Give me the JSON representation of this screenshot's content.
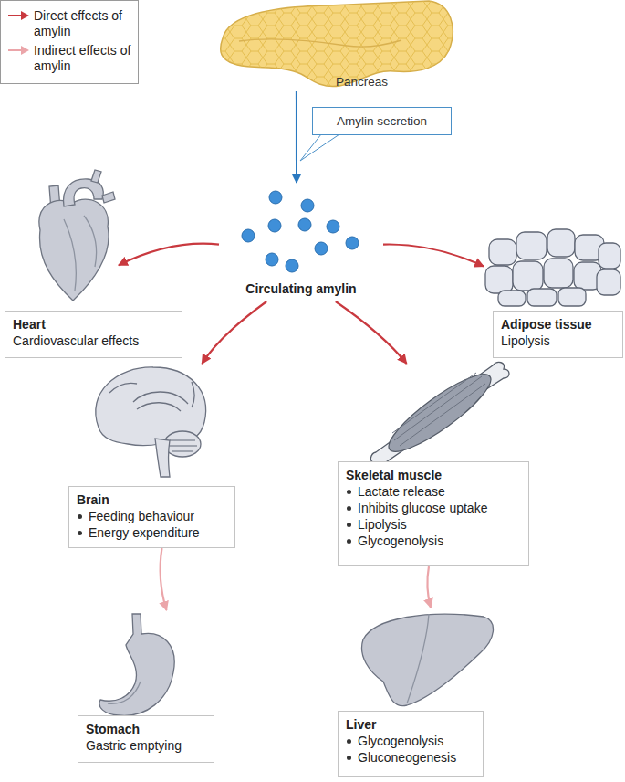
{
  "diagram": {
    "nodes": [
      {
        "text": [
          "Pancreas"
        ]
      },
      {
        "text": [
          "Amylin secretion"
        ]
      },
      {
        "text": [
          "Circulating amylin"
        ]
      },
      {
        "text": [
          "Heart",
          "Cardiovascular effects"
        ]
      },
      {
        "text": [
          "Adipose tissue",
          "Lipolysis"
        ]
      },
      {
        "text": [
          "Brain",
          "Feeding behaviour",
          "Energy expenditure"
        ]
      },
      {
        "text": [
          "Skeletal muscle",
          "Lactate release",
          "Inhibits glucose uptake",
          "Lipolysis",
          "Glycogenolysis"
        ]
      },
      {
        "text": [
          "Stomach",
          "Gastric emptying"
        ]
      },
      {
        "text": [
          "Liver",
          "Glycogenolysis",
          "Gluconeogenesis"
        ]
      }
    ],
    "edges": [
      {
        "from": 0,
        "to": 2,
        "arrow": "to"
      },
      {
        "from": 2,
        "to": 3,
        "arrow": "to"
      },
      {
        "from": 2,
        "to": 4,
        "arrow": "to"
      },
      {
        "from": 2,
        "to": 5,
        "arrow": "to"
      },
      {
        "from": 2,
        "to": 6,
        "arrow": "to"
      },
      {
        "from": 5,
        "to": 7,
        "arrow": "to"
      },
      {
        "from": 6,
        "to": 8,
        "arrow": "to"
      }
    ],
    "legend": [
      {
        "text": "Direct effects of amylin"
      },
      {
        "text": "Indirect effects of amylin"
      }
    ]
  }
}
